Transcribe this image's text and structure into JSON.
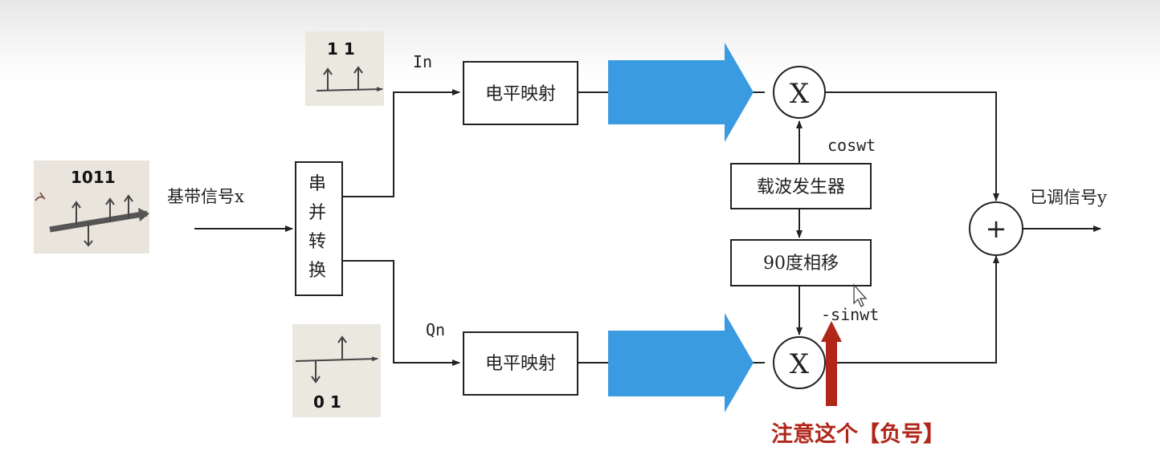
{
  "diagram": {
    "input_label": "基带信号x",
    "output_label": "已调信号y",
    "sp_converter_chars": [
      "串",
      "并",
      "转",
      "换"
    ],
    "in_label": "In",
    "qn_label": "Qn",
    "level_map_top": "电平映射",
    "level_map_bottom": "电平映射",
    "carrier_generator": "载波发生器",
    "phase_shift": "90度相移",
    "cos_label": "coswt",
    "sin_label": "-sinwt",
    "multiplier_symbol": "X",
    "adder_symbol": "+"
  },
  "annotations": {
    "input_bits": "1011",
    "in_bits": "1 1",
    "qn_bits": "0 1",
    "note": "注意这个【负号】"
  },
  "colors": {
    "wide_arrow": "#3a9be0",
    "note_color": "#b0271a",
    "line_color": "#222222"
  }
}
